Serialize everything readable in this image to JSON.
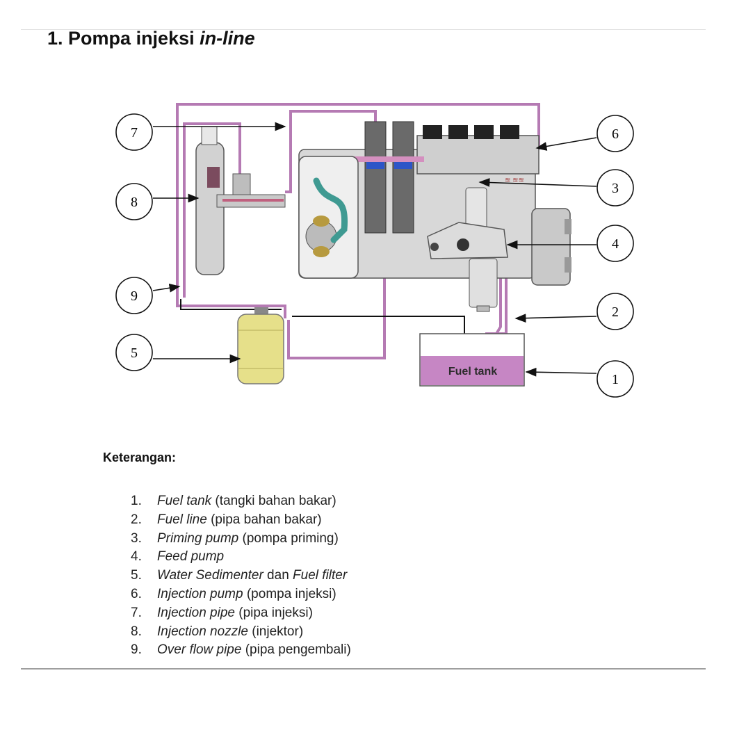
{
  "title": {
    "number": "1.",
    "text": "Pompa injeksi",
    "italic": "in-line"
  },
  "diagram": {
    "tank_label": "Fuel tank",
    "small_label": "≋ ≋≋",
    "callouts": [
      {
        "name": "callout-7",
        "num": "7"
      },
      {
        "name": "callout-8",
        "num": "8"
      },
      {
        "name": "callout-9",
        "num": "9"
      },
      {
        "name": "callout-5",
        "num": "5"
      },
      {
        "name": "callout-6",
        "num": "6"
      },
      {
        "name": "callout-3",
        "num": "3"
      },
      {
        "name": "callout-4",
        "num": "4"
      },
      {
        "name": "callout-2",
        "num": "2"
      },
      {
        "name": "callout-1",
        "num": "1"
      }
    ],
    "colors": {
      "fuel_line": "#b57ab3",
      "tank_fill": "#c686c4",
      "pump_body": "#d8d8d8",
      "filter": "#e6e08a",
      "nozzle": "#3f9a92",
      "line_dark": "#111111"
    }
  },
  "legend": {
    "heading": "Keterangan:",
    "items": [
      {
        "num": "1.",
        "term": "Fuel tank",
        "desc": " (tangki bahan bakar)"
      },
      {
        "num": "2.",
        "term": "Fuel line",
        "desc": " (pipa bahan bakar)"
      },
      {
        "num": "3.",
        "term": "Priming pump",
        "desc": " (pompa priming)"
      },
      {
        "num": "4.",
        "term": "Feed pump",
        "desc": ""
      },
      {
        "num": "5.",
        "term": "Water Sedimenter",
        "desc": " dan ",
        "term2": "Fuel filter"
      },
      {
        "num": "6.",
        "term": "Injection pump",
        "desc": " (pompa injeksi)"
      },
      {
        "num": "7.",
        "term": "Injection pipe",
        "desc": " (pipa injeksi)"
      },
      {
        "num": "8.",
        "term": "Injection nozzle",
        "desc": " (injektor)"
      },
      {
        "num": "9.",
        "term": "Over flow pipe",
        "desc": " (pipa pengembali)"
      }
    ]
  }
}
